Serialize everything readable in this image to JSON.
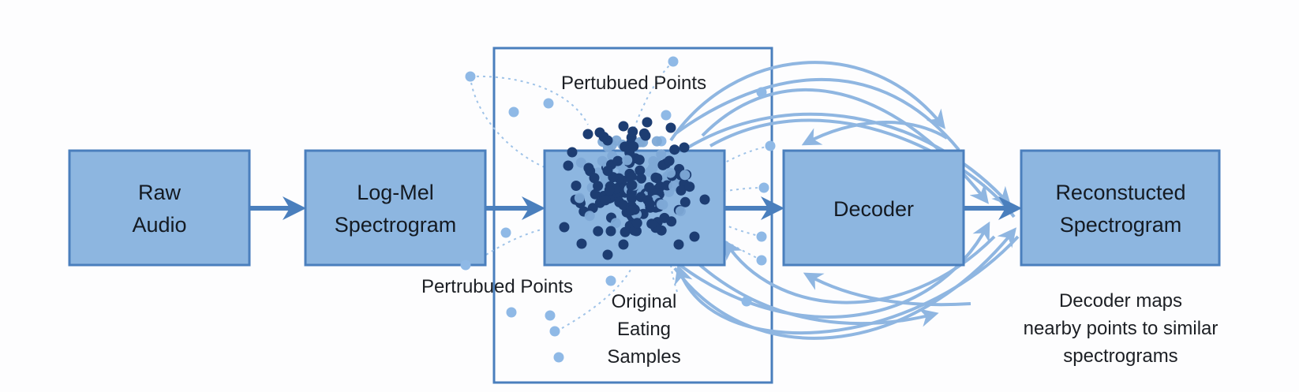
{
  "colors": {
    "background": "#fdfdfe",
    "box_fill": "#8db6e0",
    "box_stroke": "#4a7fbd",
    "arrow": "#4a7fbd",
    "curve": "#8fb6e1",
    "light_point": "#8fb9e6",
    "dark_point": "#1d3d72",
    "text": "#141a22"
  },
  "pipeline": {
    "raw_audio": {
      "lines": [
        "Raw",
        "Audio"
      ]
    },
    "log_mel": {
      "lines": [
        "Log-Mel",
        "Spectrogram"
      ]
    },
    "latent": {
      "lines": []
    },
    "decoder": {
      "lines": [
        "Decoder"
      ]
    },
    "reconstructed": {
      "lines": [
        "Reconstucted",
        "Spectrogram"
      ]
    }
  },
  "annotations": {
    "perturbed_top": "Pertubued Points",
    "perturbed_bottom": "Pertrubued Points",
    "original": [
      "Original",
      "Eating",
      "Samples"
    ],
    "decoder_note": [
      "Decoder maps",
      "nearby points to similar",
      "spectrograms"
    ]
  },
  "legend_semantics": {
    "dark_points": "Original Eating Samples",
    "light_points": "Perturbed Points"
  }
}
